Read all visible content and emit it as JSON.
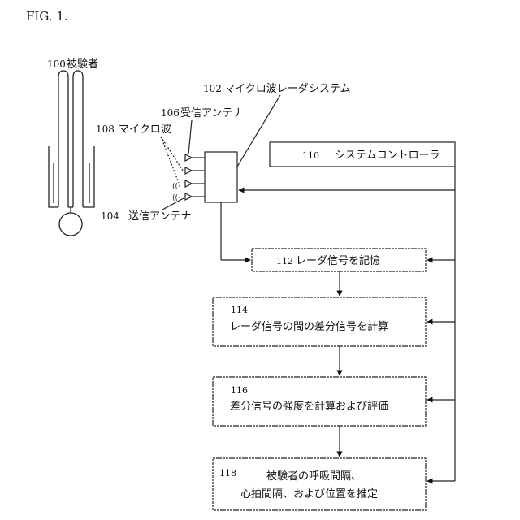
{
  "figure": {
    "title": "FIG. 1."
  },
  "subject": {
    "ref": "100",
    "label": "被験者"
  },
  "radar_system": {
    "ref": "102",
    "label": "マイクロ波レーダシステム"
  },
  "transmit_antenna": {
    "ref": "104",
    "label": "送信アンテナ"
  },
  "receive_antenna": {
    "ref": "106",
    "label": "受信アンテナ"
  },
  "microwave": {
    "ref": "108",
    "label": "マイクロ波"
  },
  "controller": {
    "ref": "110",
    "label": "システムコントローラ"
  },
  "steps": {
    "s112": {
      "ref": "112",
      "text": "レーダ信号を記憶"
    },
    "s114": {
      "ref": "114",
      "text": "レーダ信号の間の差分信号を計算"
    },
    "s116": {
      "ref": "116",
      "text": "差分信号の強度を計算および評価"
    },
    "s118": {
      "ref": "118",
      "line1": "被験者の呼吸間隔、",
      "line2": "心拍間隔、および位置を推定"
    }
  }
}
